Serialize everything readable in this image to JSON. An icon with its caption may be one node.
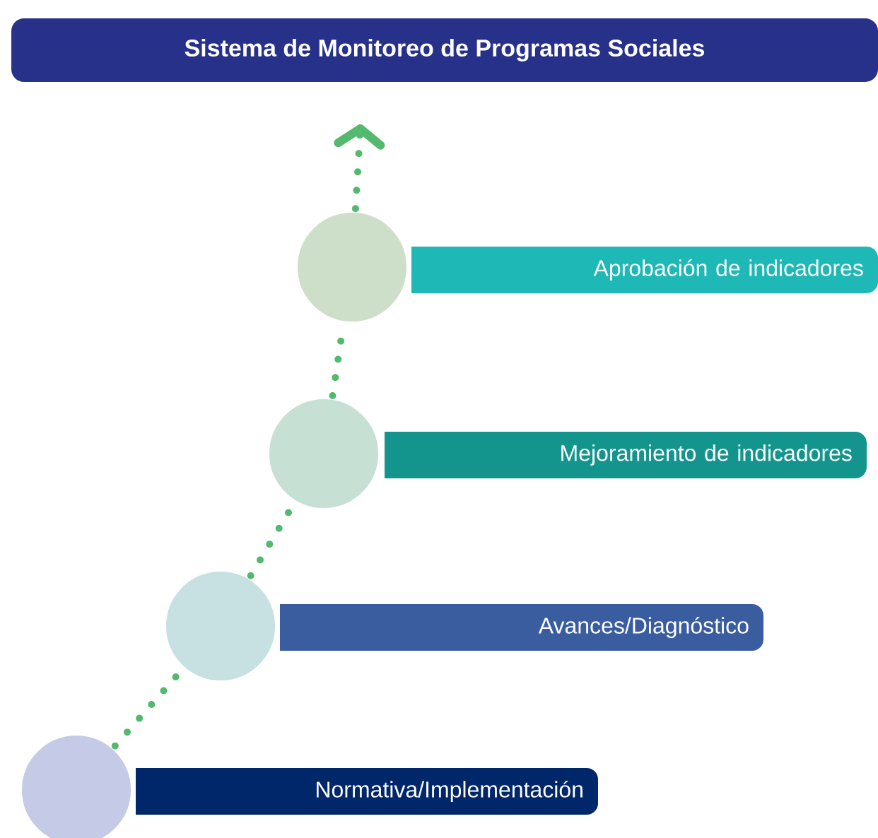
{
  "diagram": {
    "title": "Sistema de Monitoreo de Programas Sociales",
    "nodes": [
      {
        "text": [],
        "shape": "circle"
      },
      {
        "text": [
          "Aprobación de indicadores"
        ]
      },
      {
        "text": [],
        "shape": "circle"
      },
      {
        "text": [
          "Mejoramiento de indicadores"
        ]
      },
      {
        "text": [],
        "shape": "circle"
      },
      {
        "text": [
          "Avances/Diagnóstico"
        ]
      },
      {
        "text": [],
        "shape": "circle"
      },
      {
        "text": [
          "Normativa/Implementación"
        ]
      }
    ],
    "edges": [
      {
        "from": 6,
        "to": 4,
        "arrow": "none"
      },
      {
        "from": 4,
        "to": 2,
        "arrow": "none"
      },
      {
        "from": 2,
        "to": 0,
        "arrow": "none"
      },
      {
        "from": 0,
        "to": null,
        "arrow": "to"
      }
    ]
  }
}
